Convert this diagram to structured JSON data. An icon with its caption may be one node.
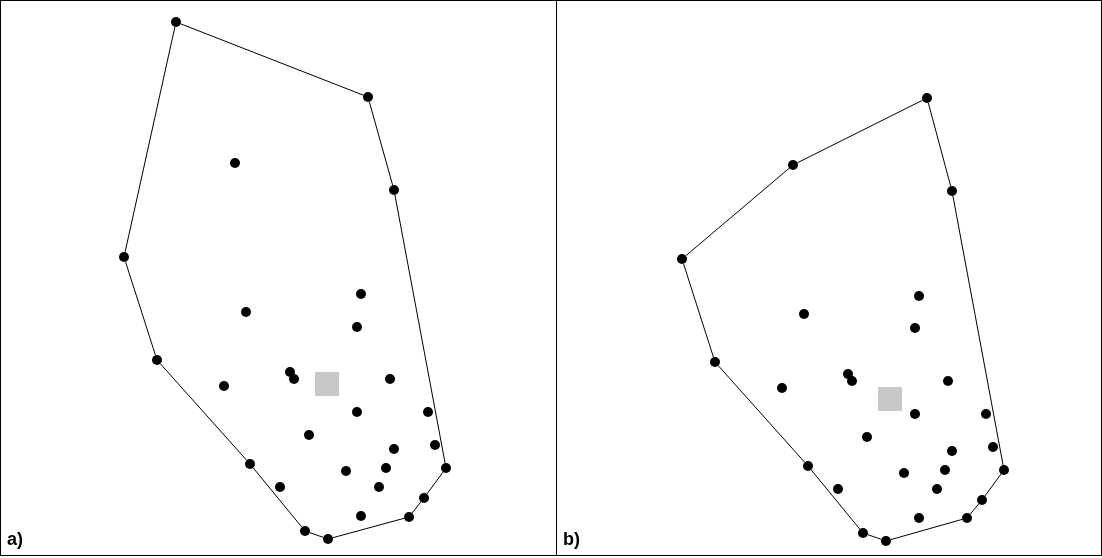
{
  "diagram": {
    "nodes": [
      {
        "text": [
          "a)"
        ]
      },
      {
        "text": [
          "b)"
        ]
      },
      {
        "text": [],
        "shape": "circle",
        "in": 0
      },
      {
        "text": [],
        "shape": "circle",
        "in": 0
      },
      {
        "text": [],
        "shape": "circle",
        "in": 0
      },
      {
        "text": [],
        "shape": "circle",
        "in": 0
      },
      {
        "text": [],
        "shape": "circle",
        "in": 0
      },
      {
        "text": [],
        "shape": "circle",
        "in": 0
      },
      {
        "text": [],
        "shape": "circle",
        "in": 0
      },
      {
        "text": [],
        "shape": "circle",
        "in": 0
      },
      {
        "text": [],
        "shape": "circle",
        "in": 0
      },
      {
        "text": [],
        "shape": "circle",
        "in": 0
      },
      {
        "text": [],
        "shape": "circle",
        "in": 0
      },
      {
        "text": [],
        "shape": "circle",
        "in": 0
      },
      {
        "text": [],
        "shape": "circle",
        "in": 0
      },
      {
        "text": [],
        "shape": "circle",
        "in": 0
      },
      {
        "text": [],
        "shape": "circle",
        "in": 0
      },
      {
        "text": [],
        "shape": "circle",
        "in": 0
      },
      {
        "text": [],
        "shape": "circle",
        "in": 0
      },
      {
        "text": [],
        "shape": "circle",
        "in": 0
      },
      {
        "text": [],
        "shape": "circle",
        "in": 0
      },
      {
        "text": [],
        "shape": "circle",
        "in": 0
      },
      {
        "text": [],
        "shape": "circle",
        "in": 0
      },
      {
        "text": [],
        "shape": "circle",
        "in": 0
      },
      {
        "text": [],
        "shape": "circle",
        "in": 0
      },
      {
        "text": [],
        "shape": "circle",
        "in": 0
      },
      {
        "text": [],
        "shape": "circle",
        "in": 0
      },
      {
        "text": [],
        "shape": "circle",
        "in": 0
      },
      {
        "text": [],
        "shape": "circle",
        "in": 0
      },
      {
        "text": [],
        "shape": "circle",
        "in": 0
      },
      {
        "text": [],
        "shape": "circle",
        "in": 0
      },
      {
        "text": [],
        "shape": "circle",
        "in": 1
      },
      {
        "text": [],
        "shape": "circle",
        "in": 1
      },
      {
        "text": [],
        "shape": "circle",
        "in": 1
      },
      {
        "text": [],
        "shape": "circle",
        "in": 1
      },
      {
        "text": [],
        "shape": "circle",
        "in": 1
      },
      {
        "text": [],
        "shape": "circle",
        "in": 1
      },
      {
        "text": [],
        "shape": "circle",
        "in": 1
      },
      {
        "text": [],
        "shape": "circle",
        "in": 1
      },
      {
        "text": [],
        "shape": "circle",
        "in": 1
      },
      {
        "text": [],
        "shape": "circle",
        "in": 1
      },
      {
        "text": [],
        "shape": "circle",
        "in": 1
      },
      {
        "text": [],
        "shape": "circle",
        "in": 1
      },
      {
        "text": [],
        "shape": "circle",
        "in": 1
      },
      {
        "text": [],
        "shape": "circle",
        "in": 1
      },
      {
        "text": [],
        "shape": "circle",
        "in": 1
      },
      {
        "text": [],
        "shape": "circle",
        "in": 1
      },
      {
        "text": [],
        "shape": "circle",
        "in": 1
      },
      {
        "text": [],
        "shape": "circle",
        "in": 1
      },
      {
        "text": [],
        "shape": "circle",
        "in": 1
      },
      {
        "text": [],
        "shape": "circle",
        "in": 1
      },
      {
        "text": [],
        "shape": "circle",
        "in": 1
      },
      {
        "text": [],
        "shape": "circle",
        "in": 1
      },
      {
        "text": [],
        "shape": "circle",
        "in": 1
      },
      {
        "text": [],
        "shape": "circle",
        "in": 1
      },
      {
        "text": [],
        "shape": "circle",
        "in": 1
      },
      {
        "text": [],
        "shape": "circle",
        "in": 1
      },
      {
        "text": [],
        "shape": "circle",
        "in": 1
      },
      {
        "text": [],
        "shape": "circle",
        "in": 1
      }
    ],
    "edges": [
      {
        "from": 2,
        "to": 3,
        "arrow": "none"
      },
      {
        "from": 3,
        "to": 5,
        "arrow": "none"
      },
      {
        "from": 5,
        "to": 21,
        "arrow": "none"
      },
      {
        "from": 21,
        "to": 26,
        "arrow": "none"
      },
      {
        "from": 26,
        "to": 28,
        "arrow": "none"
      },
      {
        "from": 28,
        "to": 30,
        "arrow": "none"
      },
      {
        "from": 30,
        "to": 29,
        "arrow": "none"
      },
      {
        "from": 29,
        "to": 20,
        "arrow": "none"
      },
      {
        "from": 20,
        "to": 10,
        "arrow": "none"
      },
      {
        "from": 10,
        "to": 6,
        "arrow": "none"
      },
      {
        "from": 6,
        "to": 2,
        "arrow": "none"
      },
      {
        "from": 31,
        "to": 33,
        "arrow": "none"
      },
      {
        "from": 33,
        "to": 49,
        "arrow": "none"
      },
      {
        "from": 49,
        "to": 54,
        "arrow": "none"
      },
      {
        "from": 54,
        "to": 56,
        "arrow": "none"
      },
      {
        "from": 56,
        "to": 58,
        "arrow": "none"
      },
      {
        "from": 58,
        "to": 57,
        "arrow": "none"
      },
      {
        "from": 57,
        "to": 48,
        "arrow": "none"
      },
      {
        "from": 48,
        "to": 38,
        "arrow": "none"
      },
      {
        "from": 38,
        "to": 34,
        "arrow": "none"
      },
      {
        "from": 34,
        "to": 32,
        "arrow": "none"
      },
      {
        "from": 32,
        "to": 31,
        "arrow": "none"
      }
    ]
  }
}
